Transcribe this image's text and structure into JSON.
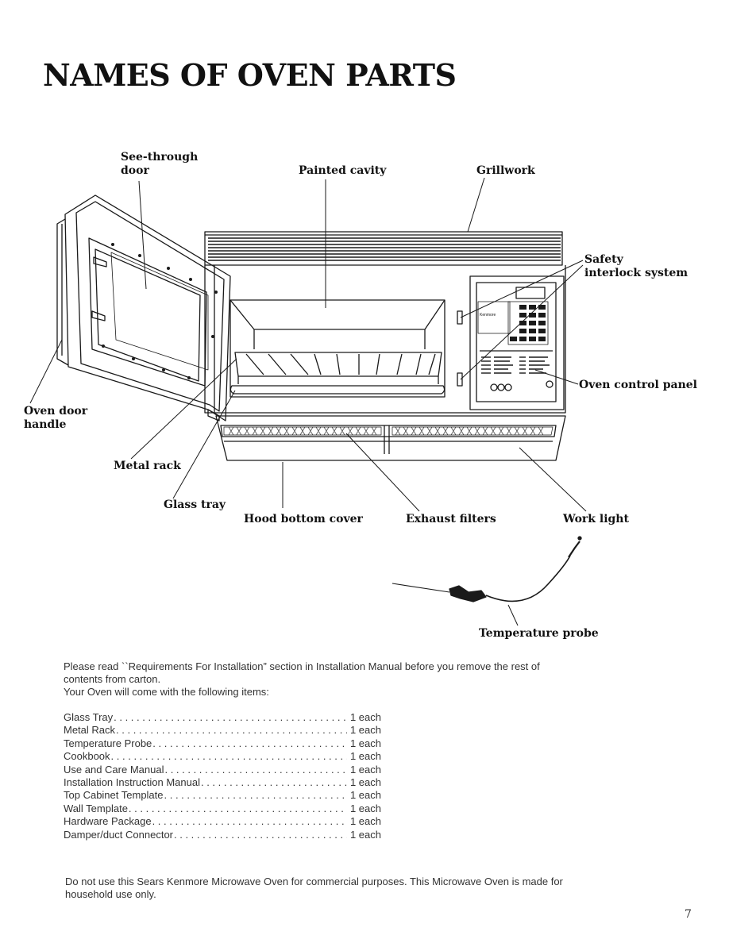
{
  "page": {
    "title": "NAMES OF OVEN PARTS",
    "page_number": "7"
  },
  "labels": {
    "see_through_door_1": "See-through",
    "see_through_door_2": "door",
    "painted_cavity": "Painted cavity",
    "grillwork": "Grillwork",
    "safety_1": "Safety",
    "safety_2": "interlock system",
    "oven_control_panel": "Oven control panel",
    "oven_door_handle_1": "Oven door",
    "oven_door_handle_2": "handle",
    "metal_rack": "Metal rack",
    "glass_tray": "Glass tray",
    "hood_bottom_cover": "Hood bottom cover",
    "exhaust_filters": "Exhaust filters",
    "work_light": "Work light",
    "temperature_probe": "Temperature probe",
    "brand_on_panel": "Kenmore"
  },
  "intro": {
    "line1": "Please read ``Requirements For Installation” section in Installation Manual before you remove the rest of",
    "line2": "contents from carton.",
    "line3": "Your Oven will come with the following items:"
  },
  "items": [
    {
      "name": "Glass Tray",
      "qty": "1 each"
    },
    {
      "name": "Metal Rack",
      "qty": "1 each"
    },
    {
      "name": "Temperature Probe",
      "qty": "1 each"
    },
    {
      "name": "Cookbook",
      "qty": "1 each"
    },
    {
      "name": "Use and Care Manual",
      "qty": "1 each"
    },
    {
      "name": "Installation Instruction Manual",
      "qty": "1 each"
    },
    {
      "name": "Top Cabinet Template",
      "qty": "1 each"
    },
    {
      "name": "Wall Template",
      "qty": "1 each"
    },
    {
      "name": "Hardware Package",
      "qty": "1 each"
    },
    {
      "name": "Damper/duct Connector",
      "qty": "1 each"
    }
  ],
  "footer": {
    "line1": "Do not use this Sears Kenmore Microwave Oven for commercial purposes. This Microwave Oven is made for",
    "line2": "household use only."
  }
}
